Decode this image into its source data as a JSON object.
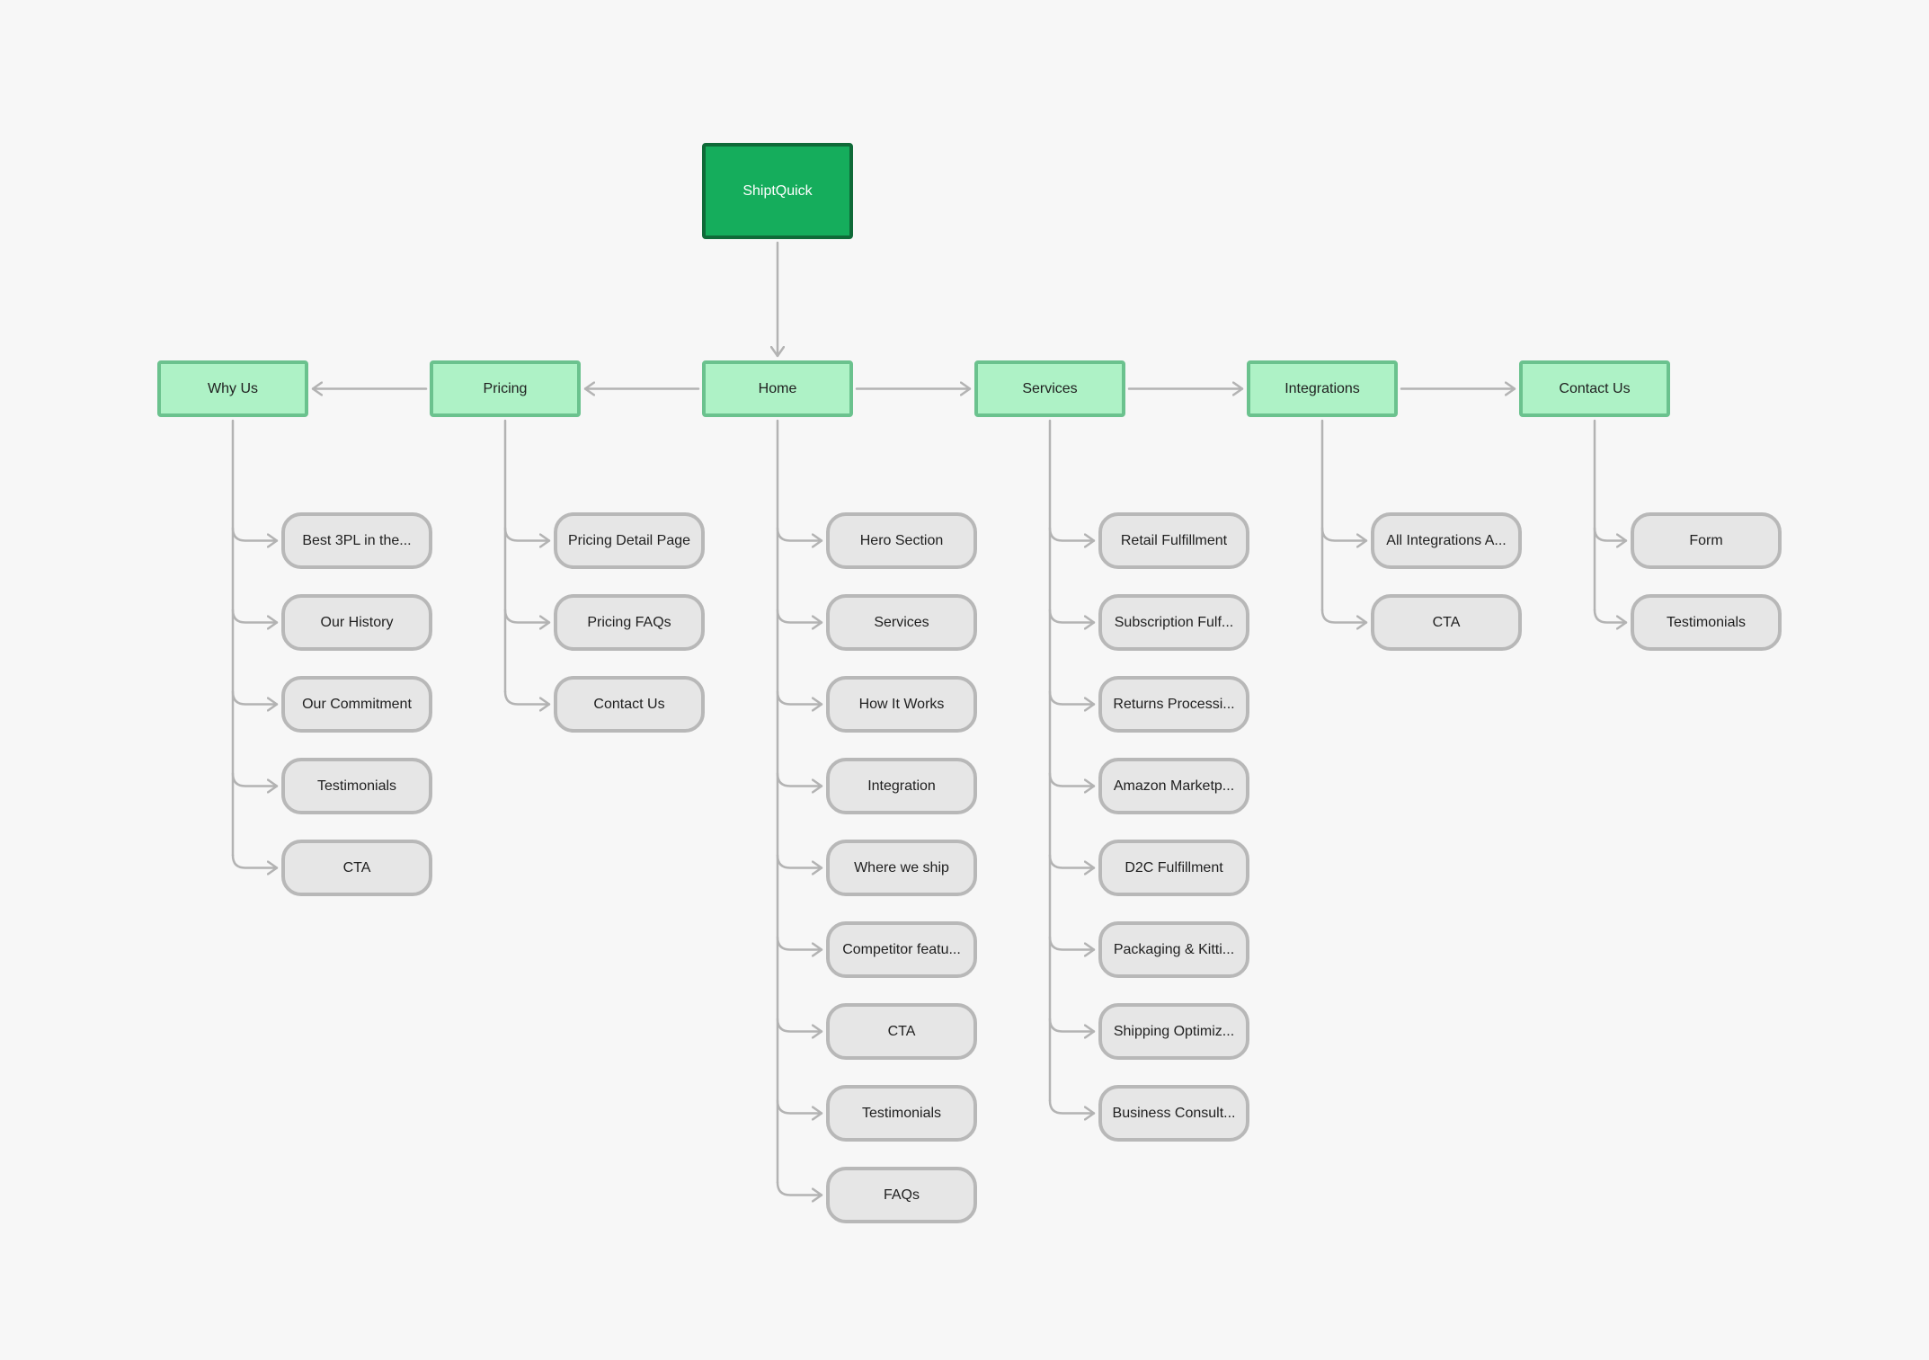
{
  "root": {
    "label": "ShiptQuick"
  },
  "sections": [
    {
      "label": "Why Us",
      "children": [
        "Best 3PL in the...",
        "Our History",
        "Our Commitment",
        "Testimonials",
        "CTA"
      ]
    },
    {
      "label": "Pricing",
      "children": [
        "Pricing Detail Page",
        "Pricing FAQs",
        "Contact Us"
      ]
    },
    {
      "label": "Home",
      "children": [
        "Hero Section",
        "Services",
        "How It Works",
        "Integration",
        "Where we ship",
        "Competitor featu...",
        "CTA",
        "Testimonials",
        "FAQs"
      ]
    },
    {
      "label": "Services",
      "children": [
        "Retail Fulfillment",
        "Subscription Fulf...",
        "Returns Processi...",
        "Amazon Marketp...",
        "D2C Fulfillment",
        "Packaging & Kitti...",
        "Shipping Optimiz...",
        "Business Consult..."
      ]
    },
    {
      "label": "Integrations",
      "children": [
        "All Integrations A...",
        "CTA"
      ]
    },
    {
      "label": "Contact Us",
      "children": [
        "Form",
        "Testimonials"
      ]
    }
  ],
  "colors": {
    "root_fill": "#15ad5c",
    "root_border": "#0f6a38",
    "section_fill": "#aef2c6",
    "section_border": "#6bc28e",
    "page_fill": "#e6e6e6",
    "page_border": "#b8b8b8",
    "connector": "#b3b3b3",
    "background": "#f7f7f7"
  }
}
